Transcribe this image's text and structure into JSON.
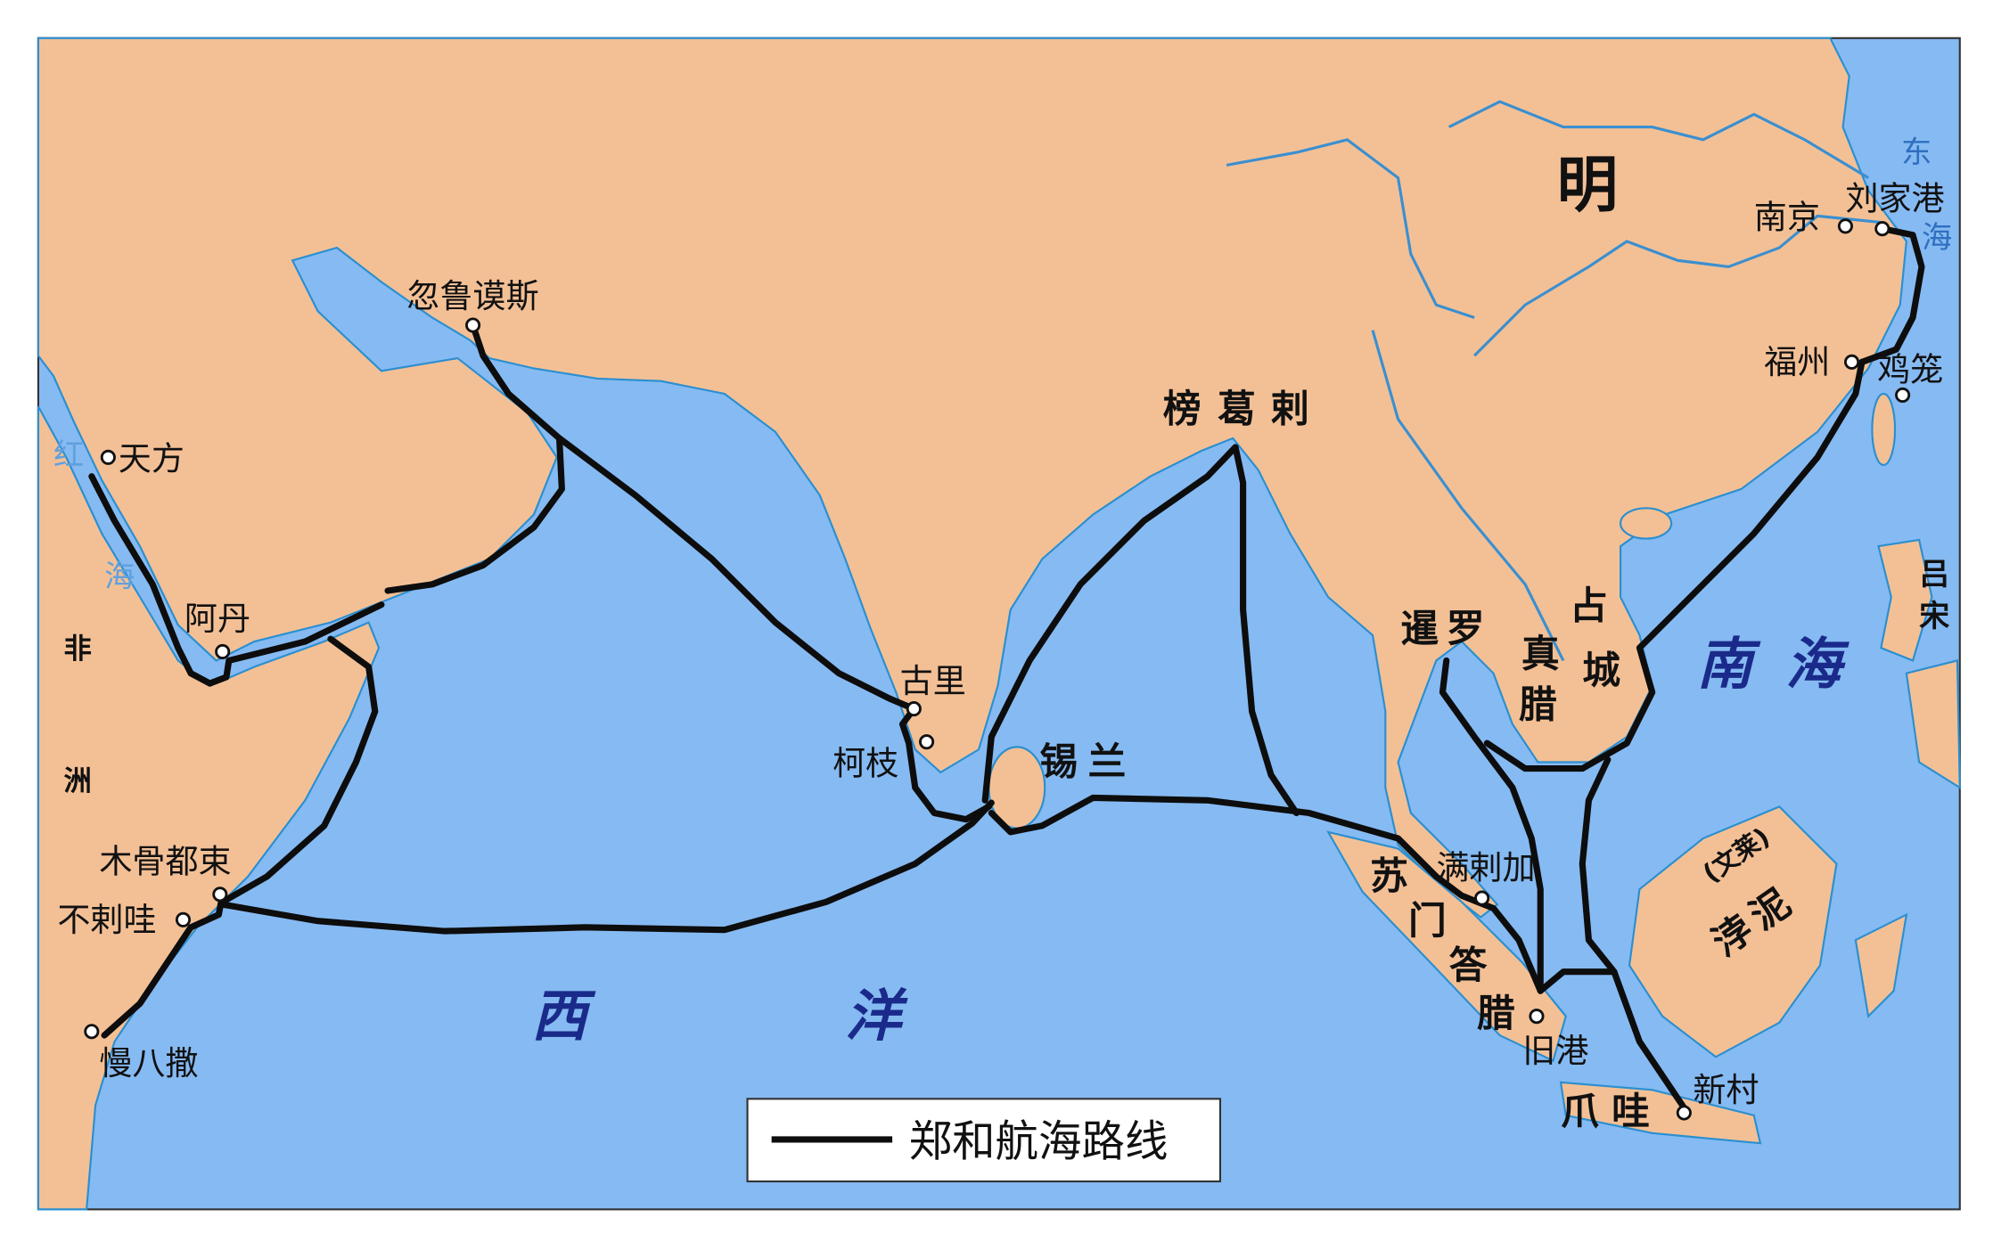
{
  "map": {
    "colors": {
      "sea": "#86baf2",
      "land": "#f3c096",
      "route": "#0d0d0d",
      "sea_label": "#1a2a8a"
    },
    "legend": {
      "route_label": "郑和航海路线"
    },
    "regions": {
      "ming": "明",
      "bangladesh": [
        "榜",
        "葛",
        "剌"
      ],
      "siam": "暹罗",
      "champa": [
        "占",
        "城"
      ],
      "zhenla": [
        "真",
        "腊"
      ],
      "ceylon": "锡兰",
      "sumatra": [
        "苏",
        "门",
        "答",
        "腊"
      ],
      "java": "爪哇",
      "luzon": [
        "吕",
        "宋"
      ],
      "brunei": "浡泥",
      "brunei_note": "(文莱)",
      "africa": [
        "非",
        "洲"
      ]
    },
    "seas": {
      "west_ocean": [
        "西",
        "洋"
      ],
      "south_sea": [
        "南",
        "海"
      ],
      "east_sea": [
        "东",
        "海"
      ],
      "red_sea": [
        "红",
        "海"
      ]
    },
    "ports": [
      {
        "name": "忽鲁谟斯"
      },
      {
        "name": "天方"
      },
      {
        "name": "阿丹"
      },
      {
        "name": "古里"
      },
      {
        "name": "柯枝"
      },
      {
        "name": "木骨都束"
      },
      {
        "name": "不剌哇"
      },
      {
        "name": "慢八撒"
      },
      {
        "name": "满剌加"
      },
      {
        "name": "旧港"
      },
      {
        "name": "新村"
      },
      {
        "name": "南京"
      },
      {
        "name": "刘家港"
      },
      {
        "name": "福州"
      },
      {
        "name": "鸡笼"
      }
    ]
  }
}
